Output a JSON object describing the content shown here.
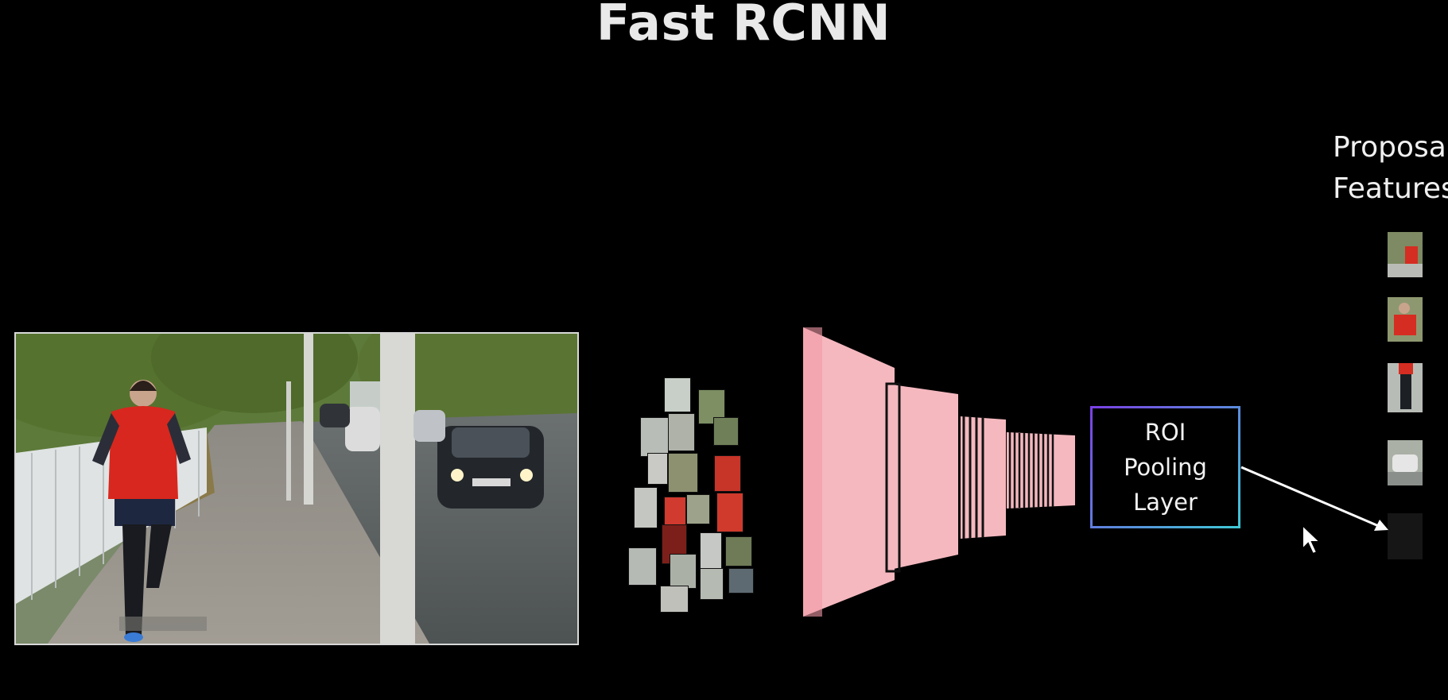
{
  "title": "Fast RCNN",
  "roi_box": {
    "label": "ROI\nPooling\nLayer"
  },
  "proposals": {
    "label": "Proposal\nFeatures"
  },
  "colors": {
    "background": "#000000",
    "network": "#f5b8bf",
    "roi_gradient_start": "#7b3fe4",
    "roi_gradient_end": "#3fc9d6"
  },
  "icons": [
    "cursor-arrow-icon"
  ]
}
